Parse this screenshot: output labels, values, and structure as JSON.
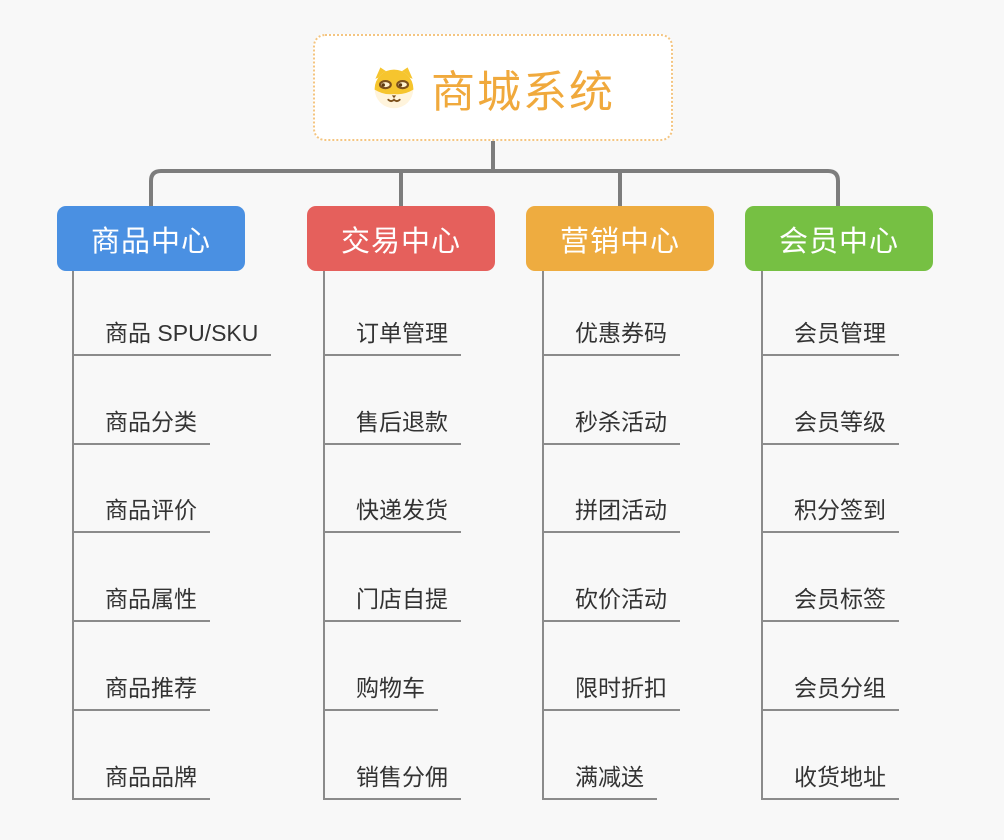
{
  "page": {
    "background": "#f8f8f8",
    "connector_color": "#7d7d7d",
    "branch_line_color": "#8b8b8b",
    "item_text_color": "#333333"
  },
  "root": {
    "title": "商城系统",
    "icon": "dog-face-icon",
    "title_color": "#f0a93c",
    "border_color": "#f4c581",
    "background": "#ffffff"
  },
  "branches": [
    {
      "label": "商品中心",
      "color": "#4a90e2",
      "items": [
        "商品 SPU/SKU",
        "商品分类",
        "商品评价",
        "商品属性",
        "商品推荐",
        "商品品牌"
      ]
    },
    {
      "label": "交易中心",
      "color": "#e5605c",
      "items": [
        "订单管理",
        "售后退款",
        "快递发货",
        "门店自提",
        "购物车",
        "销售分佣"
      ]
    },
    {
      "label": "营销中心",
      "color": "#eeac40",
      "items": [
        "优惠券码",
        "秒杀活动",
        "拼团活动",
        "砍价活动",
        "限时折扣",
        "满减送"
      ]
    },
    {
      "label": "会员中心",
      "color": "#76c043",
      "items": [
        "会员管理",
        "会员等级",
        "积分签到",
        "会员标签",
        "会员分组",
        "收货地址"
      ]
    }
  ]
}
